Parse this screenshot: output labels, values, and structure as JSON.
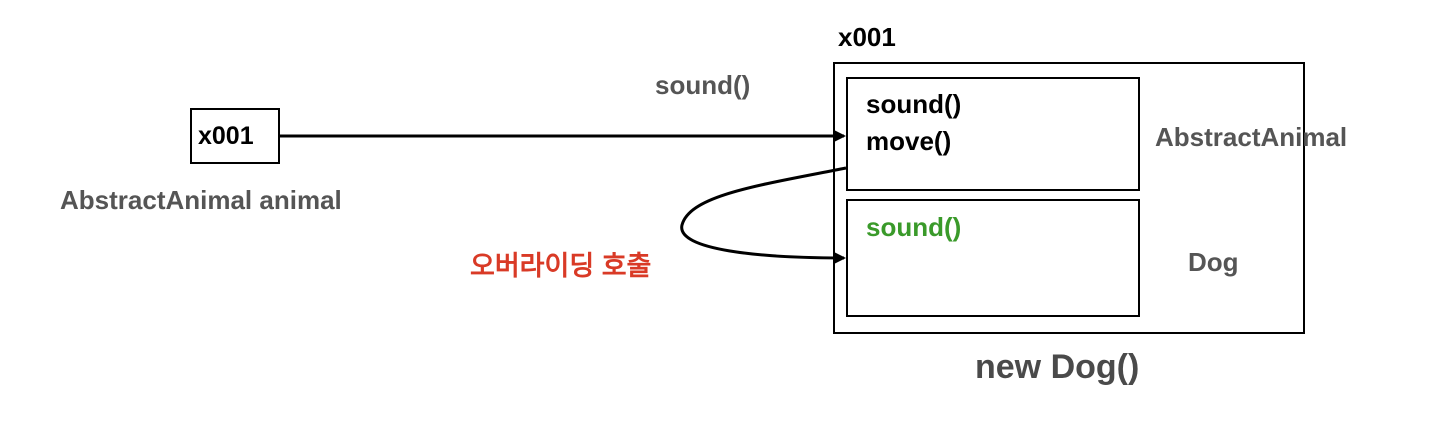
{
  "reference": {
    "address": "x001",
    "variable_label": "AbstractAnimal animal"
  },
  "call": {
    "method_label": "sound()",
    "override_label": "오버라이딩 호출"
  },
  "instance": {
    "address": "x001",
    "caption": "new Dog()",
    "parent_section": {
      "class_name": "AbstractAnimal",
      "methods": [
        "sound()",
        "move()"
      ]
    },
    "child_section": {
      "class_name": "Dog",
      "methods": [
        "sound()"
      ]
    }
  },
  "colors": {
    "override_label": "#d93a26",
    "overridden_method": "#3a9a2a",
    "label_gray": "#555555"
  }
}
